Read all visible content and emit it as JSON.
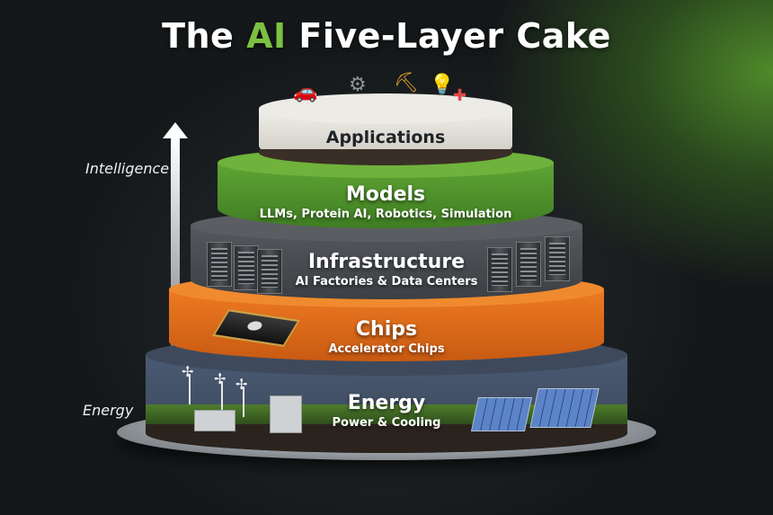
{
  "title": {
    "prefix": "The ",
    "accent": "AI",
    "suffix": " Five-Layer Cake"
  },
  "side_labels": {
    "top": "Intelligence",
    "bottom": "Energy"
  },
  "colors": {
    "accent": "#7cc142",
    "energy": "#4a5a73",
    "chips": "#ee7a22",
    "infrastructure": "#55595e",
    "models": "#5ea534",
    "applications": "#f0efe9"
  },
  "layers": {
    "applications": {
      "name": "Applications",
      "icons": [
        "car-icon",
        "robot-arm-icon",
        "crane-icon",
        "lightbulb-icon",
        "medical-cross-icon"
      ]
    },
    "models": {
      "name": "Models",
      "sub": "LLMs, Protein AI, Robotics, Simulation"
    },
    "infrastructure": {
      "name": "Infrastructure",
      "sub": "AI Factories & Data Centers",
      "icons": [
        "server-rack-icon"
      ]
    },
    "chips": {
      "name": "Chips",
      "sub": "Accelerator Chips",
      "icons": [
        "chip-icon"
      ]
    },
    "energy": {
      "name": "Energy",
      "sub": "Power & Cooling",
      "icons": [
        "wind-turbine-icon",
        "factory-icon",
        "solar-panel-icon"
      ]
    }
  }
}
